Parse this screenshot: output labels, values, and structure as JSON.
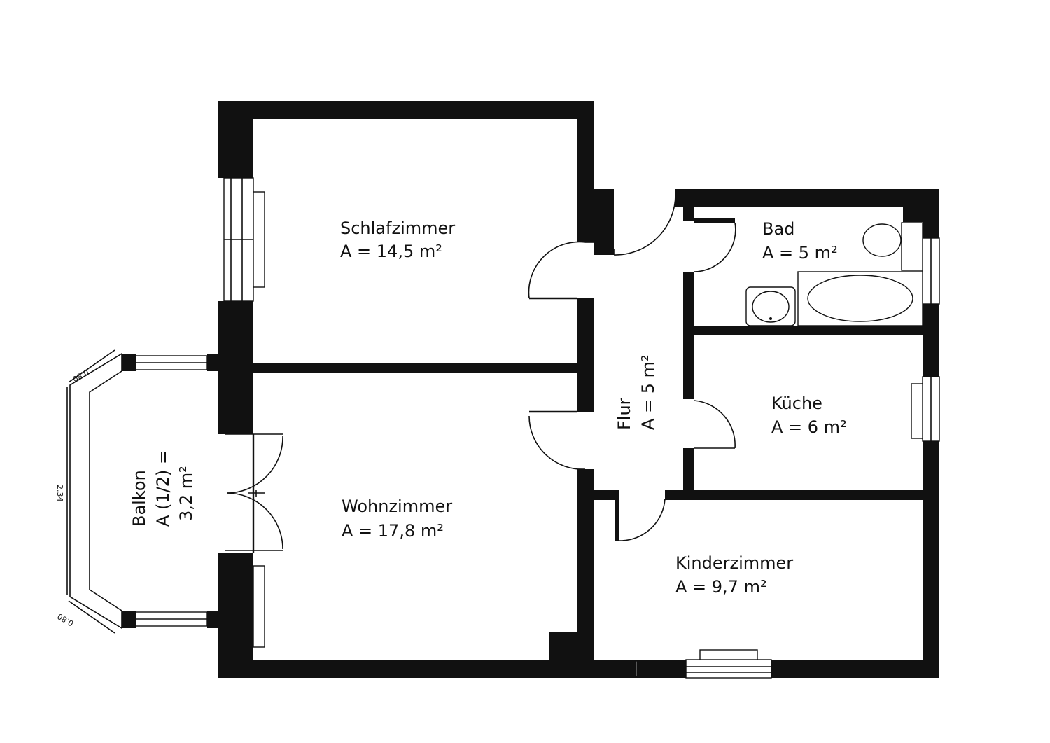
{
  "colors": {
    "background": "#ffffff",
    "wall": "#111111"
  },
  "rooms": {
    "schlafzimmer": {
      "name": "Schlafzimmer",
      "area": "A = 14,5 m²"
    },
    "wohnzimmer": {
      "name": "Wohnzimmer",
      "area": "A = 17,8 m²"
    },
    "bad": {
      "name": "Bad",
      "area": "A = 5 m²"
    },
    "kueche": {
      "name": "Küche",
      "area": "A = 6 m²"
    },
    "kinderzimmer": {
      "name": "Kinderzimmer",
      "area": "A = 9,7 m²"
    },
    "flur": {
      "name": "Flur",
      "area": "A = 5 m²"
    },
    "balkon": {
      "name": "Balkon",
      "area_line1": "A (1/2) =",
      "area_line2": "3,2 m²"
    }
  },
  "dimensions": {
    "balcony_top": "0.80",
    "balcony_side": "2.34",
    "balcony_bottom": "0.80"
  }
}
